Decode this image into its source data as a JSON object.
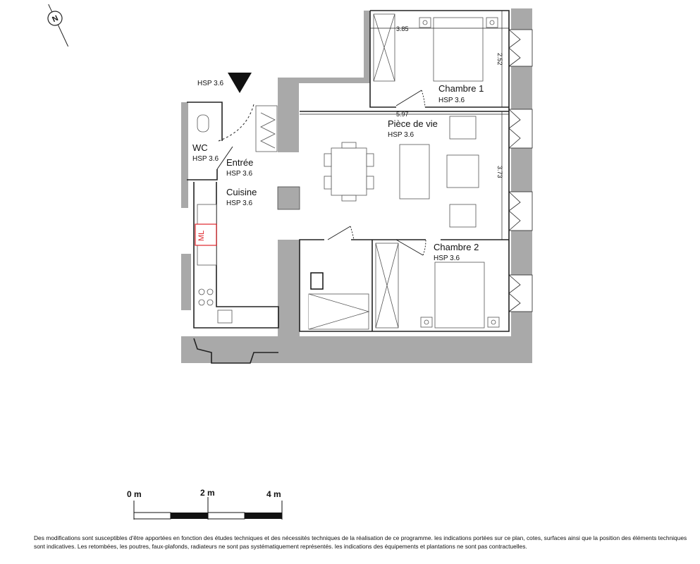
{
  "plan": {
    "entrance_hsp": "HSP 3.6",
    "rooms": [
      {
        "name": "Chambre 1",
        "hsp": "HSP 3.6"
      },
      {
        "name": "Pièce de vie",
        "hsp": "HSP 3.6"
      },
      {
        "name": "WC",
        "hsp": "HSP 3.6"
      },
      {
        "name": "Entrée",
        "hsp": "HSP 3.6"
      },
      {
        "name": "Cuisine",
        "hsp": "HSP 3.6"
      },
      {
        "name": "Chambre 2",
        "hsp": "HSP 3.6"
      }
    ],
    "dimensions": [
      "3.85",
      "2.52",
      "5.97",
      "3.73"
    ],
    "appliance_label": "ML",
    "compass_label": "N",
    "colors": {
      "wall": "#a9a9a9",
      "appliance": "#e0262b",
      "line": "#222222"
    }
  },
  "scale_bar": {
    "labels": [
      "0 m",
      "2 m",
      "4 m"
    ]
  },
  "footer": {
    "disclaimer": "Des modifications sont susceptibles d'être apportées en fonction des études techniques et des nécessités techniques de la réalisation de ce programme. les indications portées sur ce plan, cotes, surfaces ainsi que la position des éléments techniques sont indicatives. Les retombées, les poutres, faux-plafonds, radiateurs ne sont pas systématiquement représentés. les indications des équipements et plantations ne sont pas contractuelles."
  }
}
